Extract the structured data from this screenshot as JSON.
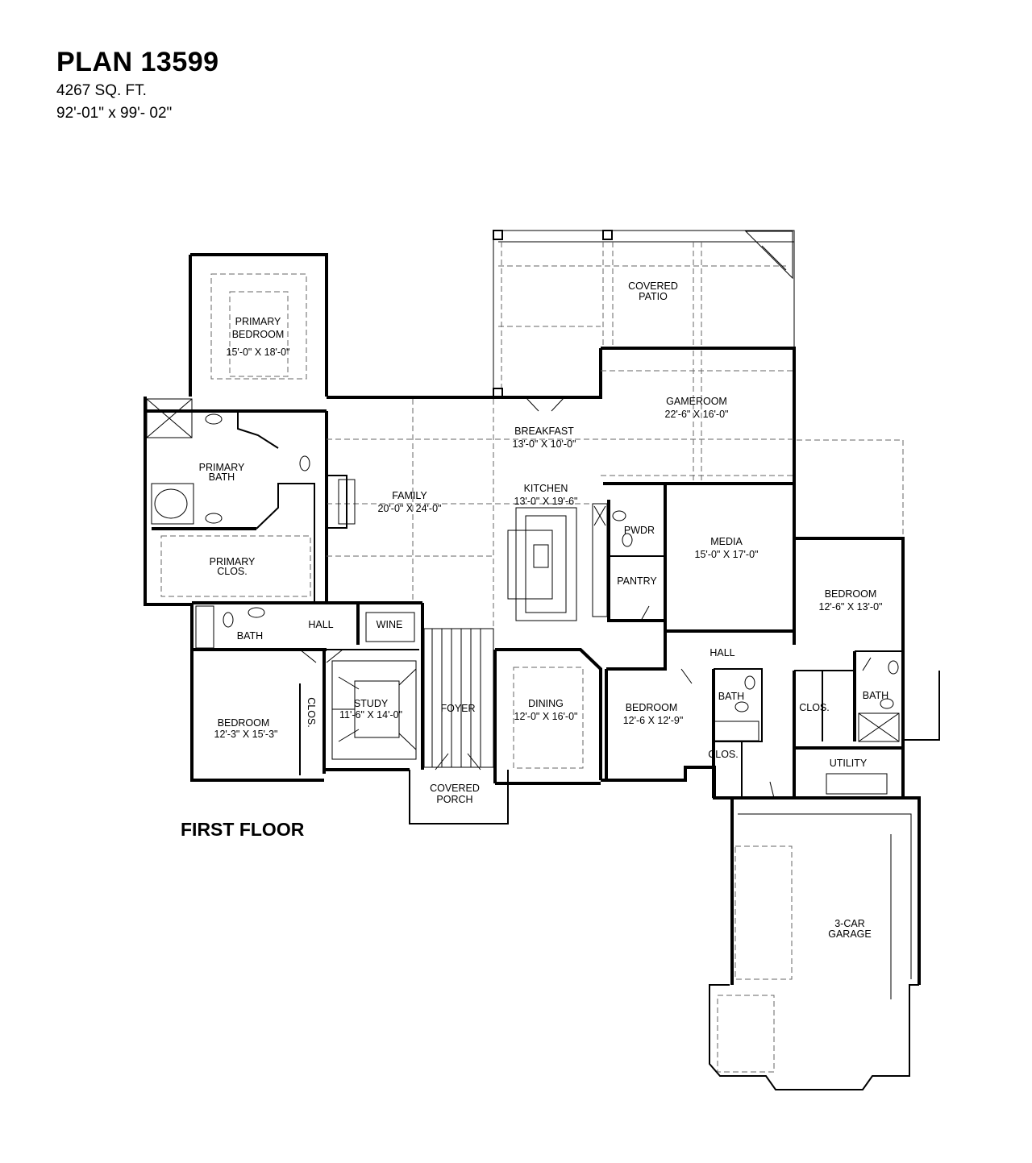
{
  "header": {
    "title": "PLAN 13599",
    "sqft": "4267 SQ. FT.",
    "dimensions": "92'-01\" x 99'- 02\""
  },
  "floor_label": "FIRST FLOOR",
  "rooms": {
    "primary_bedroom": {
      "name": [
        "PRIMARY",
        "BEDROOM"
      ],
      "size": "15'-0\" X 18'-0\""
    },
    "primary_bath": {
      "name": [
        "PRIMARY",
        "BATH"
      ]
    },
    "primary_clos": {
      "name": [
        "PRIMARY",
        "CLOS."
      ]
    },
    "family": {
      "name": [
        "FAMILY"
      ],
      "size": "20'-0\" X 24'-0\""
    },
    "breakfast": {
      "name": [
        "BREAKFAST"
      ],
      "size": "13'-0\" X 10'-0\""
    },
    "kitchen": {
      "name": [
        "KITCHEN"
      ],
      "size": "13'-0\" X 19'-6\""
    },
    "covered_patio": {
      "name": [
        "COVERED",
        "PATIO"
      ]
    },
    "gameroom": {
      "name": [
        "GAMEROOM"
      ],
      "size": "22'-6\" X 16'-0\""
    },
    "pwdr": {
      "name": [
        "PWDR"
      ]
    },
    "pantry": {
      "name": [
        "PANTRY"
      ]
    },
    "media": {
      "name": [
        "MEDIA"
      ],
      "size": "15'-0\" X 17'-0\""
    },
    "bedroom_east": {
      "name": [
        "BEDROOM"
      ],
      "size": "12'-6\" X 13'-0\""
    },
    "hall_center": {
      "name": [
        "HALL"
      ]
    },
    "bath_center": {
      "name": [
        "BATH"
      ]
    },
    "clos_center": {
      "name": [
        "CLOS."
      ]
    },
    "bedroom_mid": {
      "name": [
        "BEDROOM"
      ],
      "size": "12'-6 X 12'-9\""
    },
    "dining": {
      "name": [
        "DINING"
      ],
      "size": "12'-0\" X 16'-0\""
    },
    "foyer": {
      "name": [
        "FOYER"
      ]
    },
    "study": {
      "name": [
        "STUDY"
      ],
      "size": "11'-6\" X 14'-0\""
    },
    "wine": {
      "name": [
        "WINE"
      ]
    },
    "hall_west": {
      "name": [
        "HALL"
      ]
    },
    "bath_west": {
      "name": [
        "BATH"
      ]
    },
    "bedroom_west": {
      "name": [
        "BEDROOM"
      ],
      "size": "12'-3\" X 15'-3\""
    },
    "clos_west": {
      "name": [
        "CLOS."
      ]
    },
    "covered_porch": {
      "name": [
        "COVERED",
        "PORCH"
      ]
    },
    "clos_east": {
      "name": [
        "CLOS."
      ]
    },
    "bath_east": {
      "name": [
        "BATH"
      ]
    },
    "utility": {
      "name": [
        "UTILITY"
      ]
    },
    "garage": {
      "name": [
        "3-CAR",
        "GARAGE"
      ]
    }
  }
}
